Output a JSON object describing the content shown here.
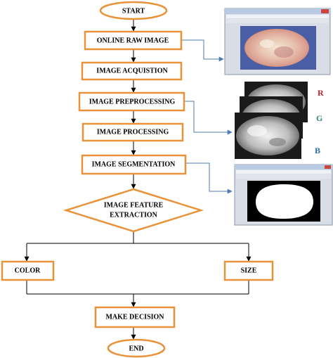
{
  "diagram": {
    "nodes": {
      "start": "START",
      "online_raw_image": "ONLINE RAW IMAGE",
      "image_acquisition": "IMAGE ACQUISTION",
      "image_preprocessing": "IMAGE PREPROCESSING",
      "image_processing": "IMAGE PROCESSING",
      "image_segmentation": "IMAGE SEGMENTATION",
      "feature_extraction_line1": "IMAGE FEATURE",
      "feature_extraction_line2": "EXTRACTION",
      "color": "COLOR",
      "size": "SIZE",
      "make_decision": "MAKE DECISION",
      "end": "END"
    },
    "channels": {
      "r": "R",
      "g": "G",
      "b": "B"
    },
    "colors": {
      "node_stroke": "#e8933a",
      "connector": "#000000",
      "side_arrow": "#4f7cb0",
      "window_frame": "#d9dee6",
      "window_title": "#b9cbe4",
      "r_label": "#b5272d",
      "g_label": "#2e8b7a",
      "b_label": "#2a6ea8"
    }
  }
}
